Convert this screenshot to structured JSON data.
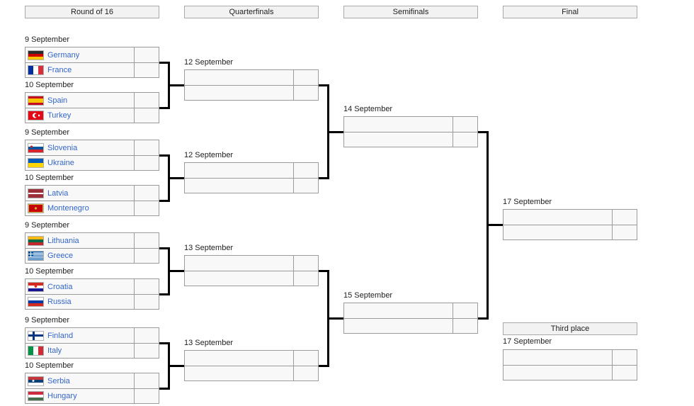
{
  "round_headers": [
    "Round of 16",
    "Quarterfinals",
    "Semifinals",
    "Final"
  ],
  "third_place_label": "Third place",
  "r16": {
    "matches": [
      {
        "date": "9 September",
        "rows": [
          {
            "team": "Germany",
            "flag": "germany-flag",
            "score": ""
          },
          {
            "team": "France",
            "flag": "france-flag",
            "score": ""
          }
        ]
      },
      {
        "date": "10 September",
        "rows": [
          {
            "team": "Spain",
            "flag": "spain-flag",
            "score": ""
          },
          {
            "team": "Turkey",
            "flag": "turkey-flag",
            "score": ""
          }
        ]
      },
      {
        "date": "9 September",
        "rows": [
          {
            "team": "Slovenia",
            "flag": "slovenia-flag",
            "score": ""
          },
          {
            "team": "Ukraine",
            "flag": "ukraine-flag",
            "score": ""
          }
        ]
      },
      {
        "date": "10 September",
        "rows": [
          {
            "team": "Latvia",
            "flag": "latvia-flag",
            "score": ""
          },
          {
            "team": "Montenegro",
            "flag": "montenegro-flag",
            "score": ""
          }
        ]
      },
      {
        "date": "9 September",
        "rows": [
          {
            "team": "Lithuania",
            "flag": "lithuania-flag",
            "score": ""
          },
          {
            "team": "Greece",
            "flag": "greece-flag",
            "score": ""
          }
        ]
      },
      {
        "date": "10 September",
        "rows": [
          {
            "team": "Croatia",
            "flag": "croatia-flag",
            "score": ""
          },
          {
            "team": "Russia",
            "flag": "russia-flag",
            "score": ""
          }
        ]
      },
      {
        "date": "9 September",
        "rows": [
          {
            "team": "Finland",
            "flag": "finland-flag",
            "score": ""
          },
          {
            "team": "Italy",
            "flag": "italy-flag",
            "score": ""
          }
        ]
      },
      {
        "date": "10 September",
        "rows": [
          {
            "team": "Serbia",
            "flag": "serbia-flag",
            "score": ""
          },
          {
            "team": "Hungary",
            "flag": "hungary-flag",
            "score": ""
          }
        ]
      }
    ]
  },
  "quarterfinals": {
    "matches": [
      {
        "date": "12 September"
      },
      {
        "date": "12 September"
      },
      {
        "date": "13 September"
      },
      {
        "date": "13 September"
      }
    ]
  },
  "semifinals": {
    "matches": [
      {
        "date": "14 September"
      },
      {
        "date": "15 September"
      }
    ]
  },
  "final": {
    "date": "17 September"
  },
  "third_place": {
    "date": "17 September"
  },
  "colors": {
    "team_link": "#3366cc",
    "connector": "#000000",
    "box_border": "#999999",
    "box_bg": "#f8f8f8",
    "header_bg": "#f2f2f2"
  }
}
